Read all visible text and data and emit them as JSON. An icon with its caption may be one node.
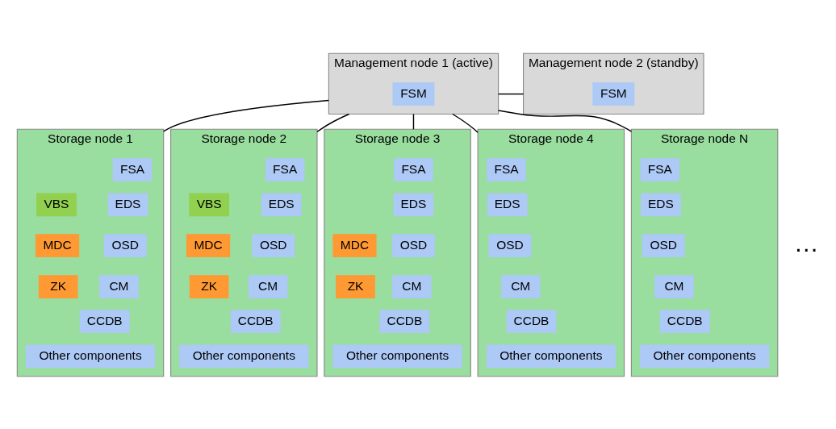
{
  "diagram": {
    "nodes": [
      {
        "text": [
          "Management node 1 (active)"
        ]
      },
      {
        "text": [
          "FSM"
        ],
        "in": 0
      },
      {
        "text": [
          "Management node 2 (standby)"
        ]
      },
      {
        "text": [
          "FSM"
        ],
        "in": 2
      },
      {
        "text": [
          "Storage node 1"
        ]
      },
      {
        "text": [
          "FSA"
        ],
        "in": 4
      },
      {
        "text": [
          "VBS"
        ],
        "in": 4
      },
      {
        "text": [
          "EDS"
        ],
        "in": 4
      },
      {
        "text": [
          "MDC"
        ],
        "in": 4
      },
      {
        "text": [
          "OSD"
        ],
        "in": 4
      },
      {
        "text": [
          "ZK"
        ],
        "in": 4
      },
      {
        "text": [
          "CM"
        ],
        "in": 4
      },
      {
        "text": [
          "CCDB"
        ],
        "in": 4
      },
      {
        "text": [
          "Other components"
        ],
        "in": 4
      },
      {
        "text": [
          "Storage node 2"
        ]
      },
      {
        "text": [
          "FSA"
        ],
        "in": 14
      },
      {
        "text": [
          "VBS"
        ],
        "in": 14
      },
      {
        "text": [
          "EDS"
        ],
        "in": 14
      },
      {
        "text": [
          "MDC"
        ],
        "in": 14
      },
      {
        "text": [
          "OSD"
        ],
        "in": 14
      },
      {
        "text": [
          "ZK"
        ],
        "in": 14
      },
      {
        "text": [
          "CM"
        ],
        "in": 14
      },
      {
        "text": [
          "CCDB"
        ],
        "in": 14
      },
      {
        "text": [
          "Other components"
        ],
        "in": 14
      },
      {
        "text": [
          "Storage node 3"
        ]
      },
      {
        "text": [
          "FSA"
        ],
        "in": 24
      },
      {
        "text": [
          "EDS"
        ],
        "in": 24
      },
      {
        "text": [
          "MDC"
        ],
        "in": 24
      },
      {
        "text": [
          "OSD"
        ],
        "in": 24
      },
      {
        "text": [
          "ZK"
        ],
        "in": 24
      },
      {
        "text": [
          "CM"
        ],
        "in": 24
      },
      {
        "text": [
          "CCDB"
        ],
        "in": 24
      },
      {
        "text": [
          "Other components"
        ],
        "in": 24
      },
      {
        "text": [
          "Storage node 4"
        ]
      },
      {
        "text": [
          "FSA"
        ],
        "in": 33
      },
      {
        "text": [
          "EDS"
        ],
        "in": 33
      },
      {
        "text": [
          "OSD"
        ],
        "in": 33
      },
      {
        "text": [
          "CM"
        ],
        "in": 33
      },
      {
        "text": [
          "CCDB"
        ],
        "in": 33
      },
      {
        "text": [
          "Other components"
        ],
        "in": 33
      },
      {
        "text": [
          "Storage node N"
        ]
      },
      {
        "text": [
          "FSA"
        ],
        "in": 40
      },
      {
        "text": [
          "EDS"
        ],
        "in": 40
      },
      {
        "text": [
          "OSD"
        ],
        "in": 40
      },
      {
        "text": [
          "CM"
        ],
        "in": 40
      },
      {
        "text": [
          "CCDB"
        ],
        "in": 40
      },
      {
        "text": [
          "Other components"
        ],
        "in": 40
      }
    ],
    "edges": [
      {
        "from": 0,
        "to": 2,
        "arrow": "none"
      },
      {
        "from": 0,
        "to": 4,
        "arrow": "none"
      },
      {
        "from": 0,
        "to": 14,
        "arrow": "none"
      },
      {
        "from": 0,
        "to": 24,
        "arrow": "none"
      },
      {
        "from": 0,
        "to": 33,
        "arrow": "none"
      },
      {
        "from": 0,
        "to": 40,
        "arrow": "none"
      }
    ],
    "labels": [
      "…"
    ]
  }
}
